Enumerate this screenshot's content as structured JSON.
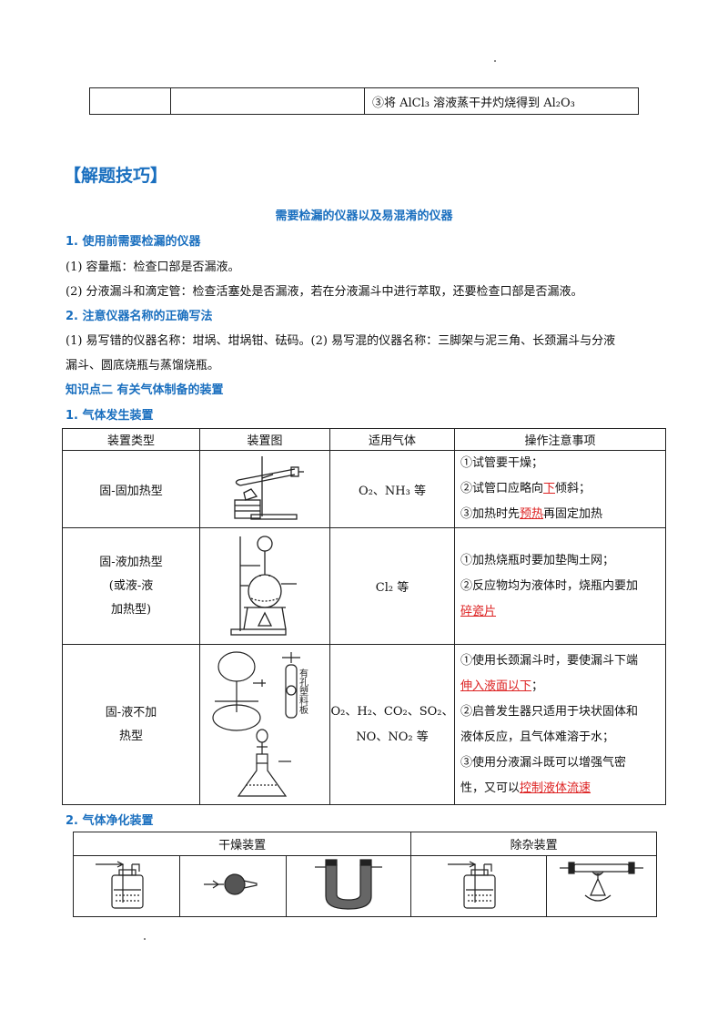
{
  "top_table": {
    "row_text": "③将 AlCl₃ 溶液蒸干并灼烧得到 Al₂O₃"
  },
  "section_heading": "【解题技巧】",
  "sub_title": "需要检漏的仪器以及易混淆的仪器",
  "h1": "1. 使用前需要检漏的仪器",
  "p1": "(1)   容量瓶：检查口部是否漏液。",
  "p2": "(2)   分液漏斗和滴定管：检查活塞处是否漏液，若在分液漏斗中进行萃取，还要检查口部是否漏液。",
  "h2": "2. 注意仪器名称的正确写法",
  "p3a": "(1)   易写错的仪器名称：坩埚、坩埚钳、砝码。(2) 易写混的仪器名称：三脚架与泥三角、长颈漏斗与分液",
  "p3b": "漏斗、圆底烧瓶与蒸馏烧瓶。",
  "h3": "知识点二  有关气体制备的装置",
  "h4": "1. 气体发生装置",
  "gen_table": {
    "headers": [
      "装置类型",
      "装置图",
      "适用气体",
      "操作注意事项"
    ],
    "rows": [
      {
        "type": "固-固加热型",
        "gas": "O₂、NH₃ 等",
        "notes": [
          "①试管要干燥；",
          "②试管口应略向",
          "下",
          "倾斜；",
          "③加热时先",
          "预热",
          "再固定加热"
        ]
      },
      {
        "type_lines": [
          "固-液加热型",
          "(或液-液",
          "加热型)"
        ],
        "gas": "Cl₂ 等",
        "notes": [
          "①加热烧瓶时要加垫陶土网；",
          "②反应物均为液体时，烧瓶内要加",
          "碎瓷片"
        ]
      },
      {
        "type_lines": [
          "固-液不加",
          "热型"
        ],
        "gas_lines": [
          "O₂、H₂、CO₂、SO₂、",
          "NO、NO₂ 等"
        ],
        "image_label": "有孔塑料板",
        "notes": [
          "①使用长颈漏斗时，要使漏斗下端",
          "伸入液面以下",
          "；",
          "②启普发生器只适用于块状固体和",
          "液体反应，且气体难溶于水；",
          "③使用分液漏斗既可以增强气密",
          "性，又可以",
          "控制液体流速"
        ]
      }
    ]
  },
  "h5": "2. 气体净化装置",
  "pur_table": {
    "headers": [
      "干燥装置",
      "除杂装置"
    ]
  }
}
